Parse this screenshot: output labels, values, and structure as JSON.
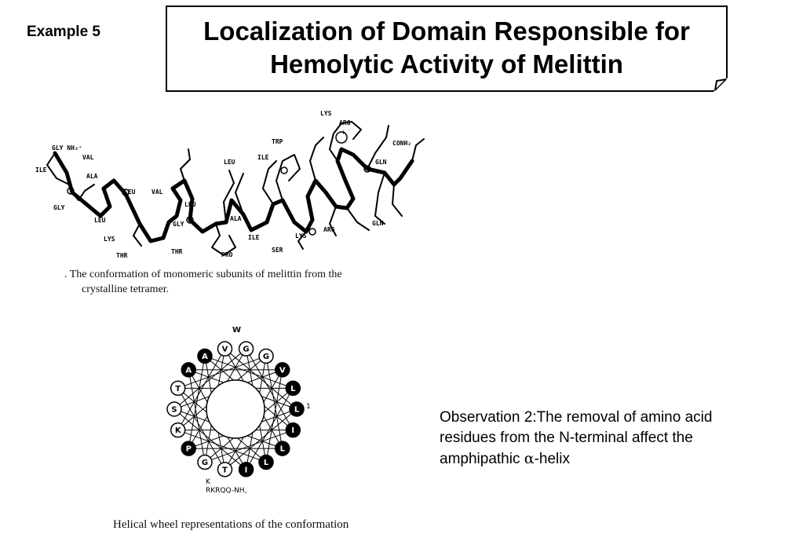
{
  "header": {
    "example_label": "Example 5",
    "title_line1": "Localization of Domain Responsible for",
    "title_line2": "Hemolytic Activity of Melittin"
  },
  "figure_top": {
    "caption_line1": ". The conformation of monomeric subunits of melittin from the",
    "caption_line2": "crystalline tetramer.",
    "labels": {
      "gly_nh3": "GLY NH₃⁺",
      "ile1": "ILE",
      "val1": "VAL",
      "ala1": "ALA",
      "gly1": "GLY",
      "leu1": "LEU",
      "lys1": "LYS",
      "thr1": "THR",
      "leu2": "LEU",
      "val2": "VAL",
      "leu3": "LEU",
      "gly2": "GLY",
      "thr2": "THR",
      "pro": "PRO",
      "leu4": "LEU",
      "ala2": "ALA",
      "ile2": "ILE",
      "ile3": "ILE",
      "trp": "TRP",
      "ser": "SER",
      "lys2": "LYS",
      "lys3": "LYS",
      "arg1": "ARG",
      "arg2": "ARG",
      "plus": "+",
      "conh2": "CONH₂",
      "gln1": "GLN",
      "gln2": "GLN"
    }
  },
  "figure_wheel": {
    "top_label": "W",
    "right_label": "1",
    "bottom_label_line1": "K",
    "bottom_label_line2": "RKRQQ-NH,",
    "caption": "Helical wheel representations of the conformation",
    "residues": [
      {
        "letter": "G",
        "filled": false
      },
      {
        "letter": "G",
        "filled": false
      },
      {
        "letter": "V",
        "filled": true
      },
      {
        "letter": "L",
        "filled": true
      },
      {
        "letter": "L",
        "filled": true
      },
      {
        "letter": "I",
        "filled": true
      },
      {
        "letter": "L",
        "filled": true
      },
      {
        "letter": "L",
        "filled": true
      },
      {
        "letter": "I",
        "filled": true
      },
      {
        "letter": "T",
        "filled": false
      },
      {
        "letter": "G",
        "filled": false
      },
      {
        "letter": "P",
        "filled": true
      },
      {
        "letter": "K",
        "filled": false
      },
      {
        "letter": "S",
        "filled": false
      },
      {
        "letter": "T",
        "filled": false
      },
      {
        "letter": "A",
        "filled": true
      },
      {
        "letter": "A",
        "filled": true
      },
      {
        "letter": "V",
        "filled": false
      }
    ]
  },
  "observation": {
    "line1": "Observation 2:The removal of amino acid",
    "line2": "residues from the N-terminal affect the",
    "line3_pre": "amphipathic ",
    "alpha": "α",
    "line3_post": "-helix"
  }
}
